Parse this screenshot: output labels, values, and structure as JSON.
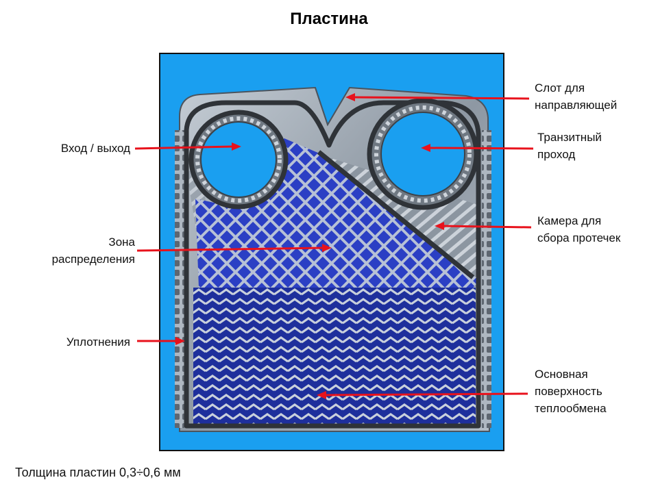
{
  "title": "Пластина",
  "labels": {
    "inlet_outlet": "Вход / выход",
    "distribution_zone": [
      "Зона",
      "распределения"
    ],
    "gaskets": "Уплотнения",
    "guide_slot": [
      "Слот для",
      "направляющей"
    ],
    "transit_port": [
      "Транзитный",
      "проход"
    ],
    "leak_chamber": [
      "Камера для",
      "сбора протечек"
    ],
    "main_surface": [
      "Основная",
      "поверхность",
      "теплообмена"
    ]
  },
  "footer": "Толщина пластин 0,3÷0,6 мм",
  "colors": {
    "background_panel": "#1a9ff0",
    "arrow": "#e8121c",
    "plate_metal": "#9aa4ae",
    "gasket": "#2f3338",
    "channel_blue": "#2c40c8"
  }
}
